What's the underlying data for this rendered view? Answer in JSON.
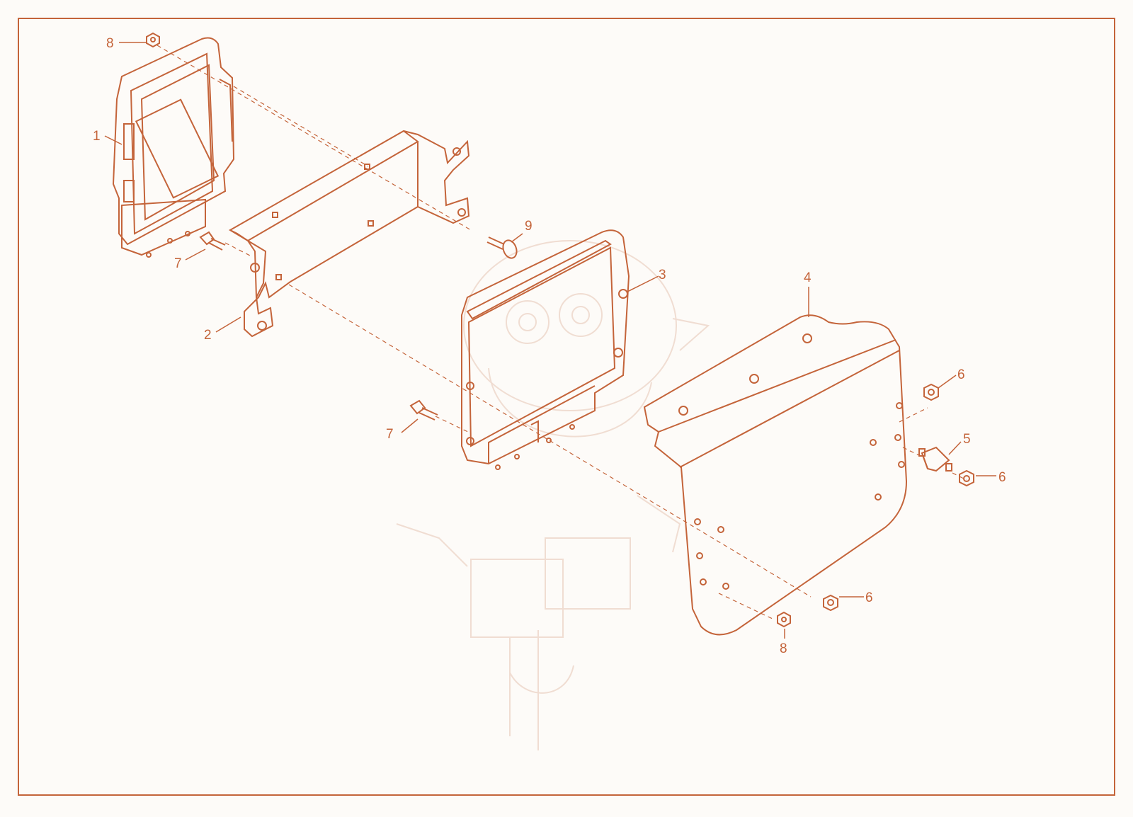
{
  "diagram": {
    "colors": {
      "line": "#c4643a",
      "frame": "#c4643a",
      "background": "#fdfbf8",
      "ghost": "#f0ddd2"
    },
    "parts": [
      {
        "id": "ecu-module",
        "label": "1"
      },
      {
        "id": "mounting-bracket",
        "label": "2"
      },
      {
        "id": "ecu-cover",
        "label": "3"
      },
      {
        "id": "mounting-plate",
        "label": "4"
      },
      {
        "id": "rubber-isolator",
        "label": "5"
      },
      {
        "id": "nut-a",
        "label": "6"
      },
      {
        "id": "nut-b",
        "label": "6"
      },
      {
        "id": "nut-c",
        "label": "6"
      },
      {
        "id": "bolt-a",
        "label": "7"
      },
      {
        "id": "bolt-b",
        "label": "7"
      },
      {
        "id": "nut-top",
        "label": "8"
      },
      {
        "id": "nut-bottom",
        "label": "8"
      },
      {
        "id": "pin",
        "label": "9"
      }
    ]
  }
}
